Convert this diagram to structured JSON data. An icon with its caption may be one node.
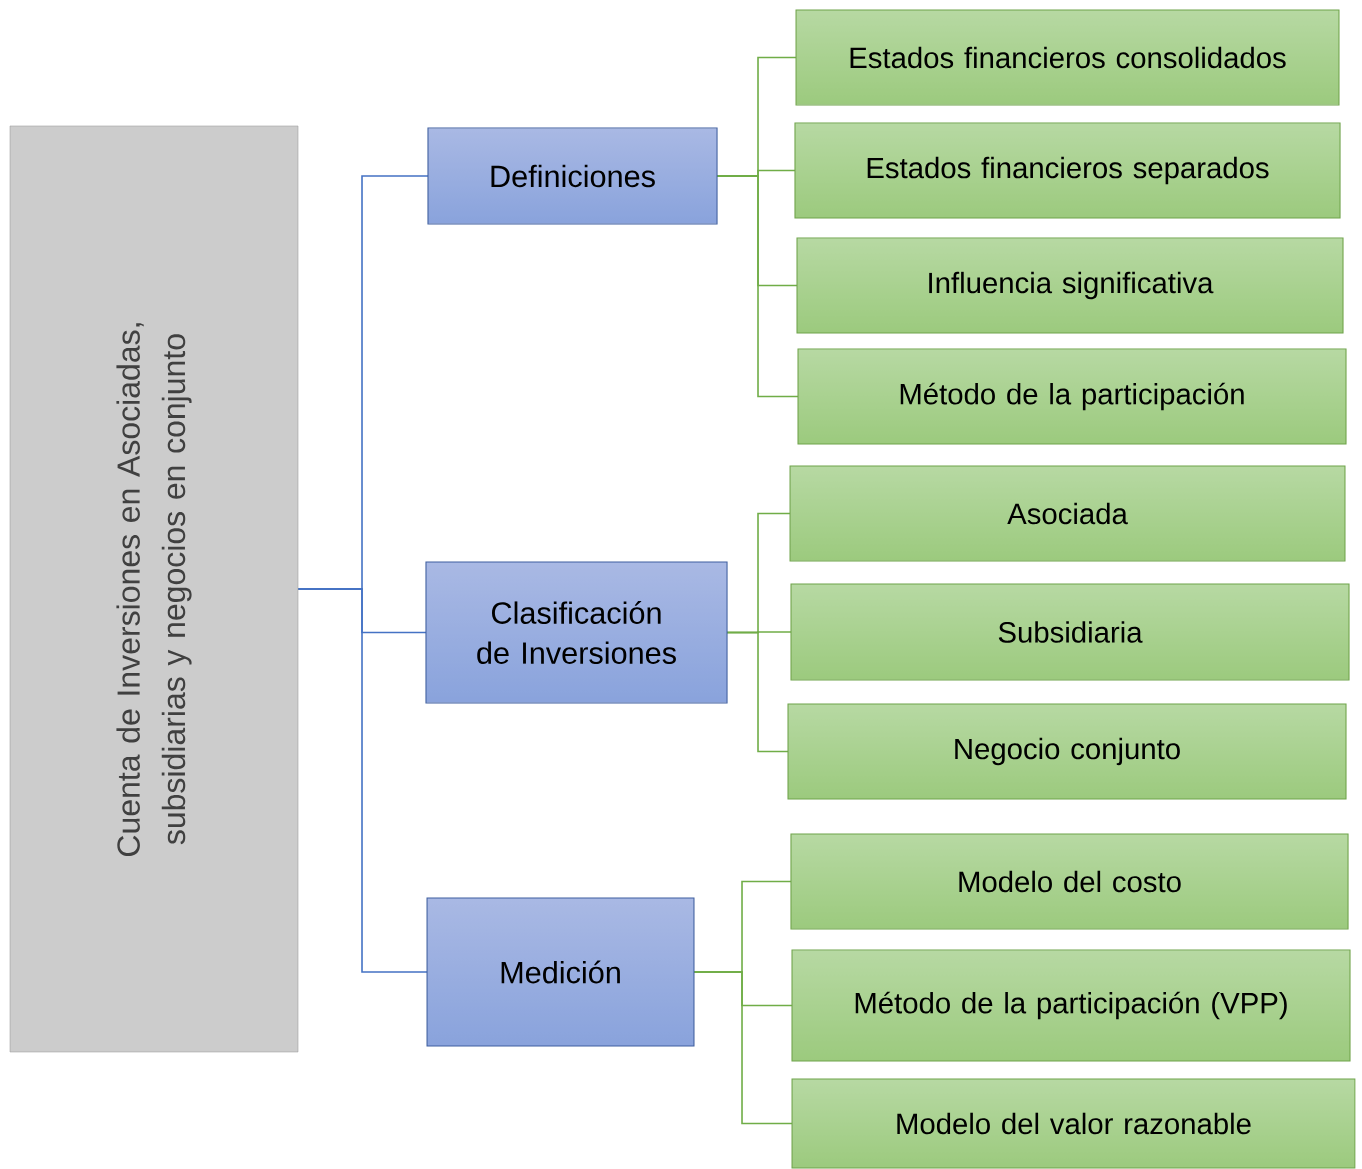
{
  "diagram": {
    "nodes": [
      {
        "text": [
          "Cuenta de Inversiones en Asociadas, subsidiarias y negocios en conjunto"
        ]
      },
      {
        "text": [
          "Definiciones"
        ]
      },
      {
        "text": [
          "Clasificación de Inversiones"
        ]
      },
      {
        "text": [
          "Medición"
        ]
      },
      {
        "text": [
          "Estados financieros consolidados"
        ]
      },
      {
        "text": [
          "Estados financieros separados"
        ]
      },
      {
        "text": [
          "Influencia significativa"
        ]
      },
      {
        "text": [
          "Método de la participación"
        ]
      },
      {
        "text": [
          "Asociada"
        ]
      },
      {
        "text": [
          "Subsidiaria"
        ]
      },
      {
        "text": [
          "Negocio conjunto"
        ]
      },
      {
        "text": [
          "Modelo del costo"
        ]
      },
      {
        "text": [
          "Método de la participación (VPP)"
        ]
      },
      {
        "text": [
          "Modelo del valor razonable"
        ]
      }
    ],
    "edges": [
      {
        "from": 0,
        "to": 1,
        "arrow": "none",
        "color": "#4472c4"
      },
      {
        "from": 0,
        "to": 2,
        "arrow": "none",
        "color": "#4472c4"
      },
      {
        "from": 0,
        "to": 3,
        "arrow": "none",
        "color": "#4472c4"
      },
      {
        "from": 1,
        "to": 4,
        "arrow": "none"
      },
      {
        "from": 1,
        "to": 5,
        "arrow": "none"
      },
      {
        "from": 1,
        "to": 6,
        "arrow": "none"
      },
      {
        "from": 1,
        "to": 7,
        "arrow": "none"
      },
      {
        "from": 2,
        "to": 8,
        "arrow": "none"
      },
      {
        "from": 2,
        "to": 9,
        "arrow": "none"
      },
      {
        "from": 2,
        "to": 10,
        "arrow": "none"
      },
      {
        "from": 3,
        "to": 11,
        "arrow": "none"
      },
      {
        "from": 3,
        "to": 12,
        "arrow": "none"
      },
      {
        "from": 3,
        "to": 13,
        "arrow": "none"
      }
    ]
  }
}
